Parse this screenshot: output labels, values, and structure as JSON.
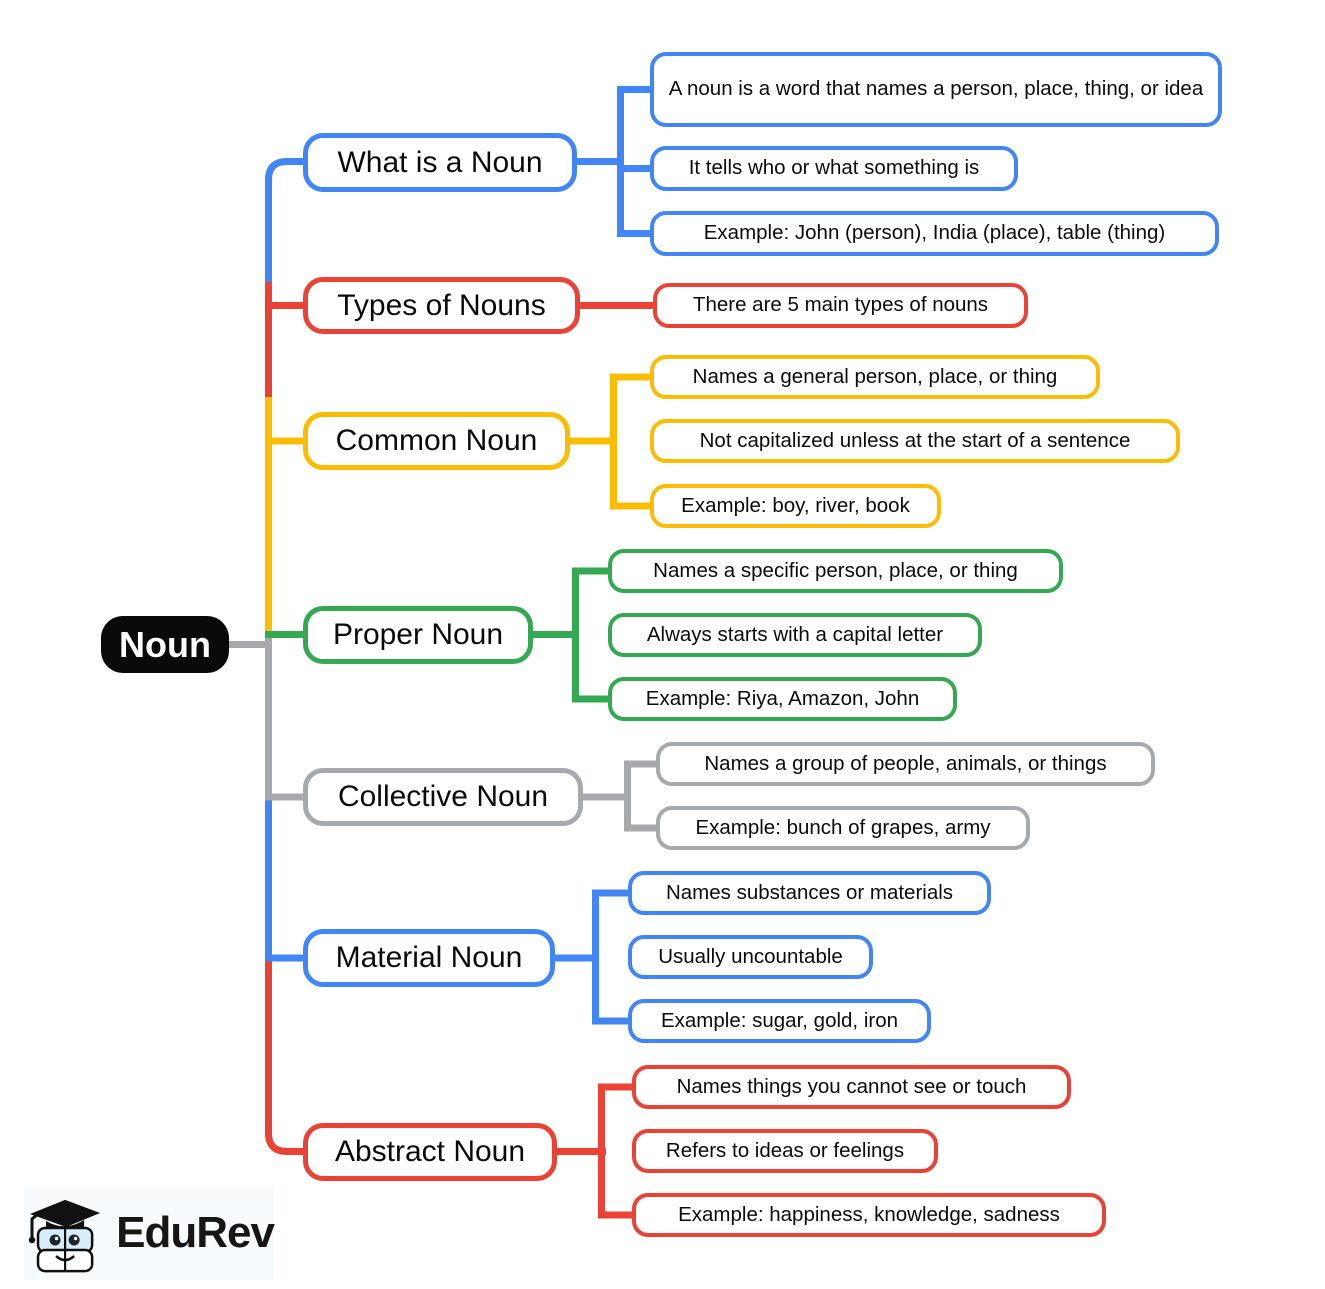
{
  "root": {
    "label": "Noun"
  },
  "branches": [
    {
      "label": "What is a Noun",
      "color": "#4285F4",
      "children": [
        "A noun is a word that names a person, place, thing, or idea",
        "It tells who or what something is",
        "Example: John (person), India (place), table (thing)"
      ]
    },
    {
      "label": "Types of Nouns",
      "color": "#EA4335",
      "children": [
        "There are 5 main types of nouns"
      ]
    },
    {
      "label": "Common Noun",
      "color": "#FBBC04",
      "children": [
        "Names a general person, place, or thing",
        "Not capitalized unless at the start of a sentence",
        "Example: boy, river, book"
      ]
    },
    {
      "label": "Proper Noun",
      "color": "#34A853",
      "children": [
        "Names a specific person, place, or thing",
        "Always starts with a capital letter",
        "Example: Riya, Amazon, John"
      ]
    },
    {
      "label": "Collective Noun",
      "color": "#A6A9AD",
      "children": [
        "Names a group of people, animals, or things",
        "Example: bunch of grapes, army"
      ]
    },
    {
      "label": "Material Noun",
      "color": "#4285F4",
      "children": [
        "Names substances or materials",
        "Usually uncountable",
        "Example: sugar, gold, iron"
      ]
    },
    {
      "label": "Abstract Noun",
      "color": "#EA4335",
      "children": [
        "Names things you cannot see or touch",
        "Refers to ideas or feelings",
        "Example: happiness, knowledge, sadness"
      ]
    }
  ],
  "palette": {
    "blue": "#4285F4",
    "red": "#EA4335",
    "yellow": "#FBBC04",
    "green": "#34A853",
    "gray": "#A6A9AD",
    "black": "#0A0A0A"
  },
  "logo": {
    "text": "EduRev",
    "icon": "graduation-cap-mascot-icon"
  }
}
